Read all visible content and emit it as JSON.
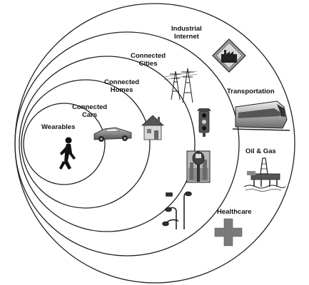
{
  "rings": [
    {
      "label_lines": [
        "Wearables"
      ]
    },
    {
      "label_lines": [
        "Connected",
        "Cars"
      ]
    },
    {
      "label_lines": [
        "Connected",
        "Homes"
      ]
    },
    {
      "label_lines": [
        "Connected",
        "Cities"
      ]
    },
    {
      "label_lines": [
        "Industrial",
        "Internet"
      ]
    }
  ],
  "outer_labels": {
    "transportation": "Transportation",
    "oil_gas": "Oil & Gas",
    "healthcare": "Healthcare"
  },
  "icons": [
    "runner-icon",
    "sports-car-icon",
    "house-icon",
    "power-tower-icon",
    "traffic-light-icon",
    "parking-meter-icon",
    "street-lamp-icon",
    "factory-sign-icon",
    "train-icon",
    "oil-rig-icon",
    "medical-cross-icon"
  ],
  "colors": {
    "ring_stroke": "#222222",
    "icon_dark": "#1a1a1a",
    "icon_mid": "#7a7a7a",
    "icon_light": "#c8c8c8"
  }
}
